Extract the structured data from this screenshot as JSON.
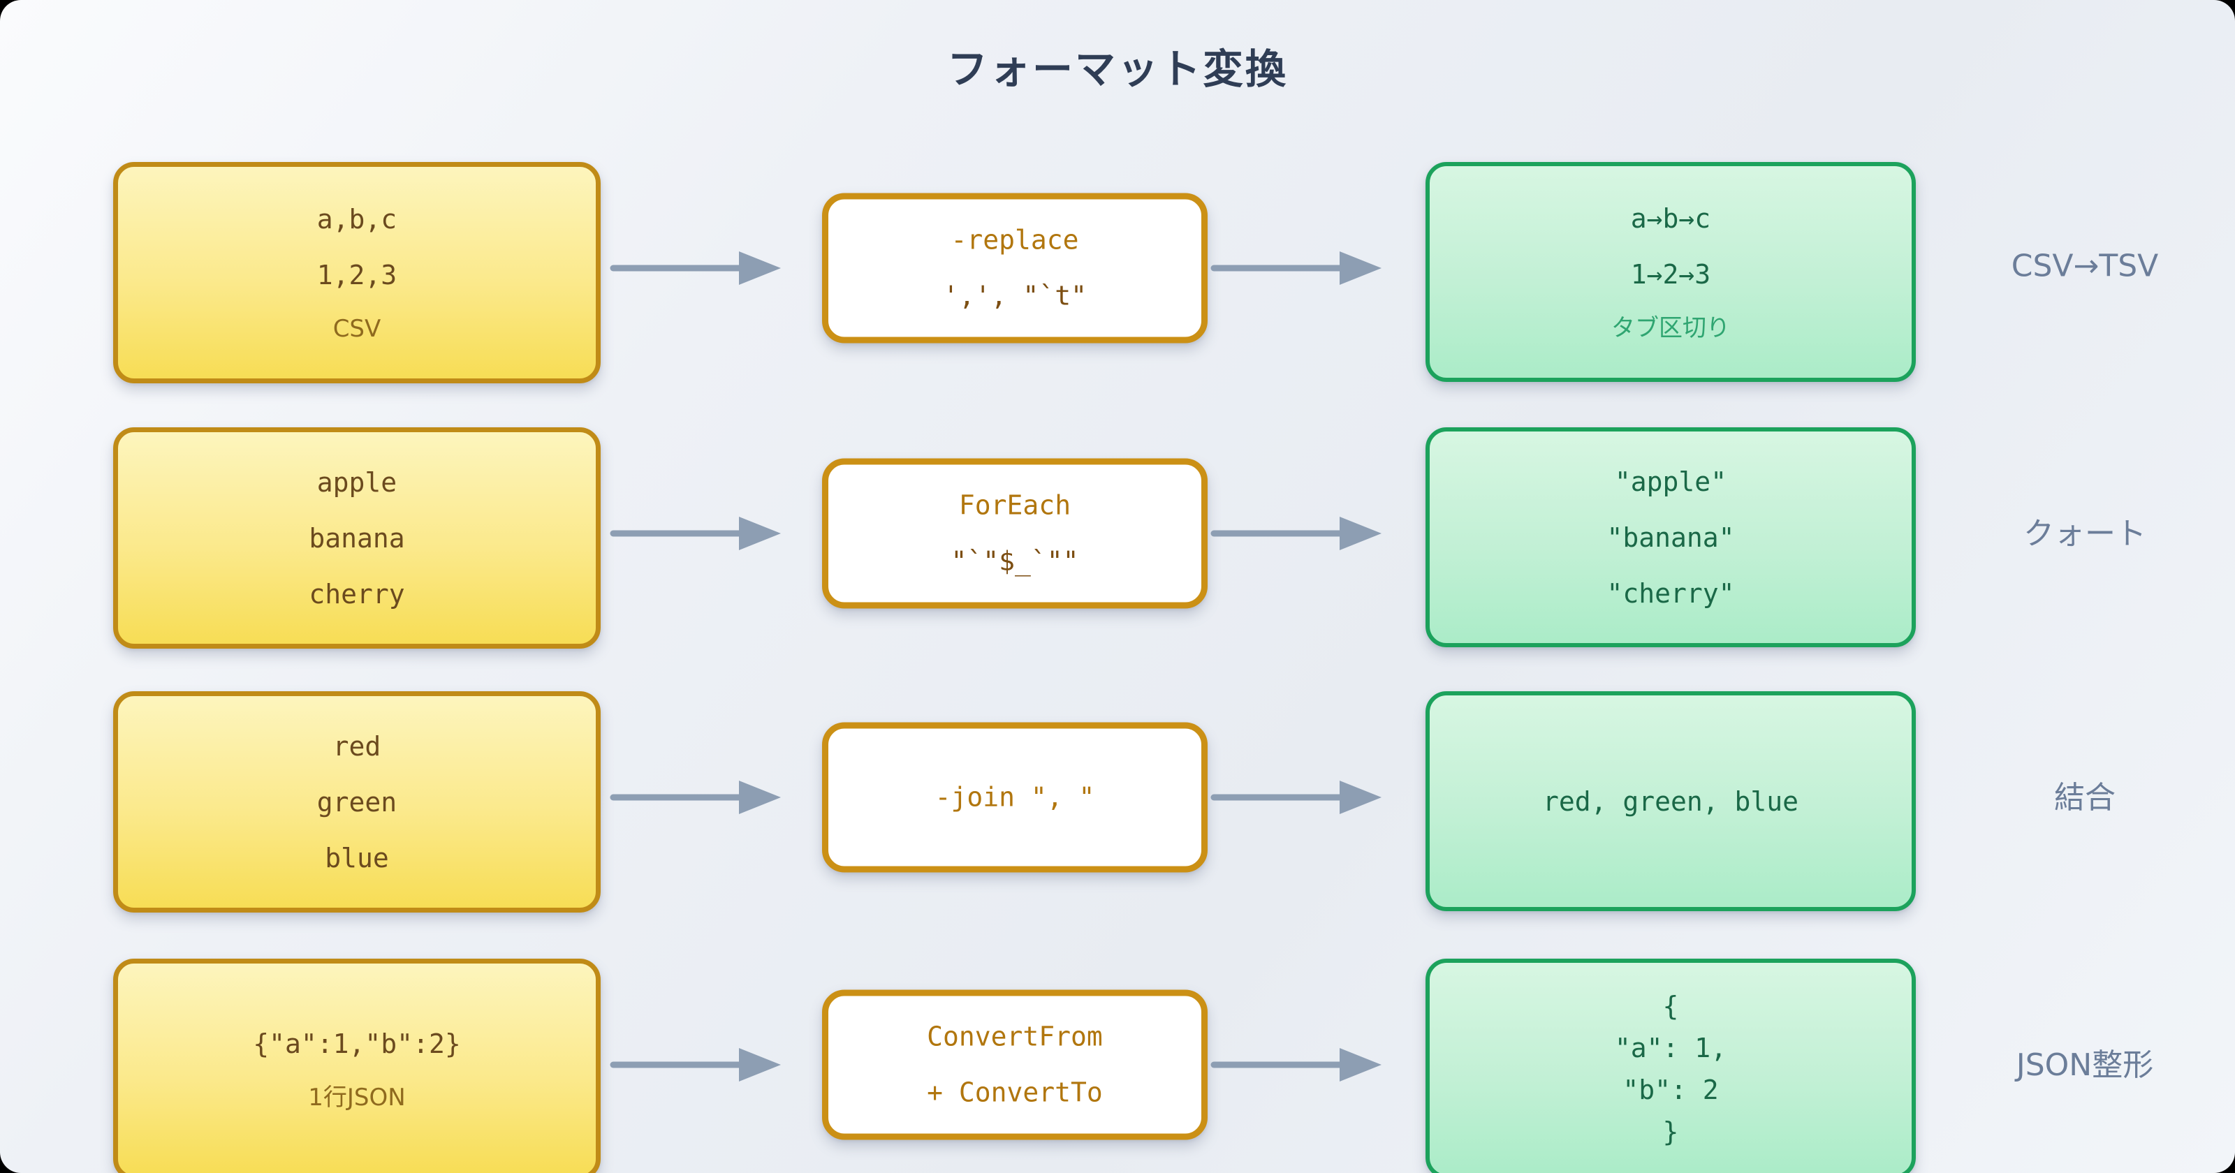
{
  "title": "フォーマット変換",
  "palette": {
    "slide_background": "#ecf0f5",
    "title_text": "#2f3d55",
    "input_box_fill_top": "#fdf5bd",
    "input_box_fill_bottom": "#f7dd55",
    "input_box_border": "#c08b17",
    "input_box_text": "#6b4a1e",
    "op_box_fill": "#ffffff",
    "op_box_border": "#cb9015",
    "op_box_text": "#b1760e",
    "op_box_string_text": "#7c4e12",
    "output_box_fill_top": "#d7f6e2",
    "output_box_fill_bottom": "#abecc8",
    "output_box_border": "#1ca25c",
    "output_box_text": "#1a6847",
    "arrow": "#8d9eb3",
    "row_label_text": "#6b7d99"
  },
  "rows": [
    {
      "label": "CSV→TSV",
      "input": {
        "lines": [
          "a,b,c",
          "1,2,3"
        ],
        "sublabel": "CSV"
      },
      "op": {
        "lines": [
          "-replace",
          "',', \"`t\""
        ]
      },
      "output": {
        "lines": [
          "a→b→c",
          "1→2→3"
        ],
        "sublabel": "タブ区切り"
      }
    },
    {
      "label": "クォート",
      "input": {
        "lines": [
          "apple",
          "banana",
          "cherry"
        ]
      },
      "op": {
        "lines": [
          "ForEach",
          "\"`\"$_`\"\""
        ]
      },
      "output": {
        "lines": [
          "\"apple\"",
          "\"banana\"",
          "\"cherry\""
        ]
      }
    },
    {
      "label": "結合",
      "input": {
        "lines": [
          "red",
          "green",
          "blue"
        ]
      },
      "op": {
        "lines": [
          "-join \", \""
        ]
      },
      "output": {
        "lines": [
          "red, green, blue"
        ]
      }
    },
    {
      "label": "JSON整形",
      "input": {
        "lines": [
          "{\"a\":1,\"b\":2}"
        ],
        "sublabel": "1行JSON"
      },
      "op": {
        "lines": [
          "ConvertFrom",
          "+ ConvertTo"
        ]
      },
      "output": {
        "lines": [
          "{",
          "\"a\": 1,",
          "\"b\": 2",
          "}"
        ]
      }
    }
  ]
}
